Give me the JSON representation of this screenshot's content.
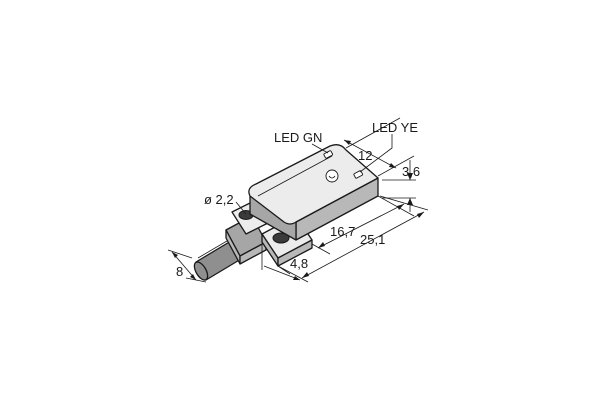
{
  "labels": {
    "led_gn": "LED GN",
    "led_ye": "LED YE",
    "dim_12": "12",
    "dim_3_6": "3,6",
    "dim_diameter": "ø 2,2",
    "dim_16_7": "16,7",
    "dim_25_1": "25,1",
    "dim_4_8": "4,8",
    "dim_8": "8"
  },
  "colors": {
    "line": "#1a1a1a",
    "housing_top": "#ececec",
    "housing_side": "#b8b8b8",
    "cable": "#8f8f8f"
  }
}
